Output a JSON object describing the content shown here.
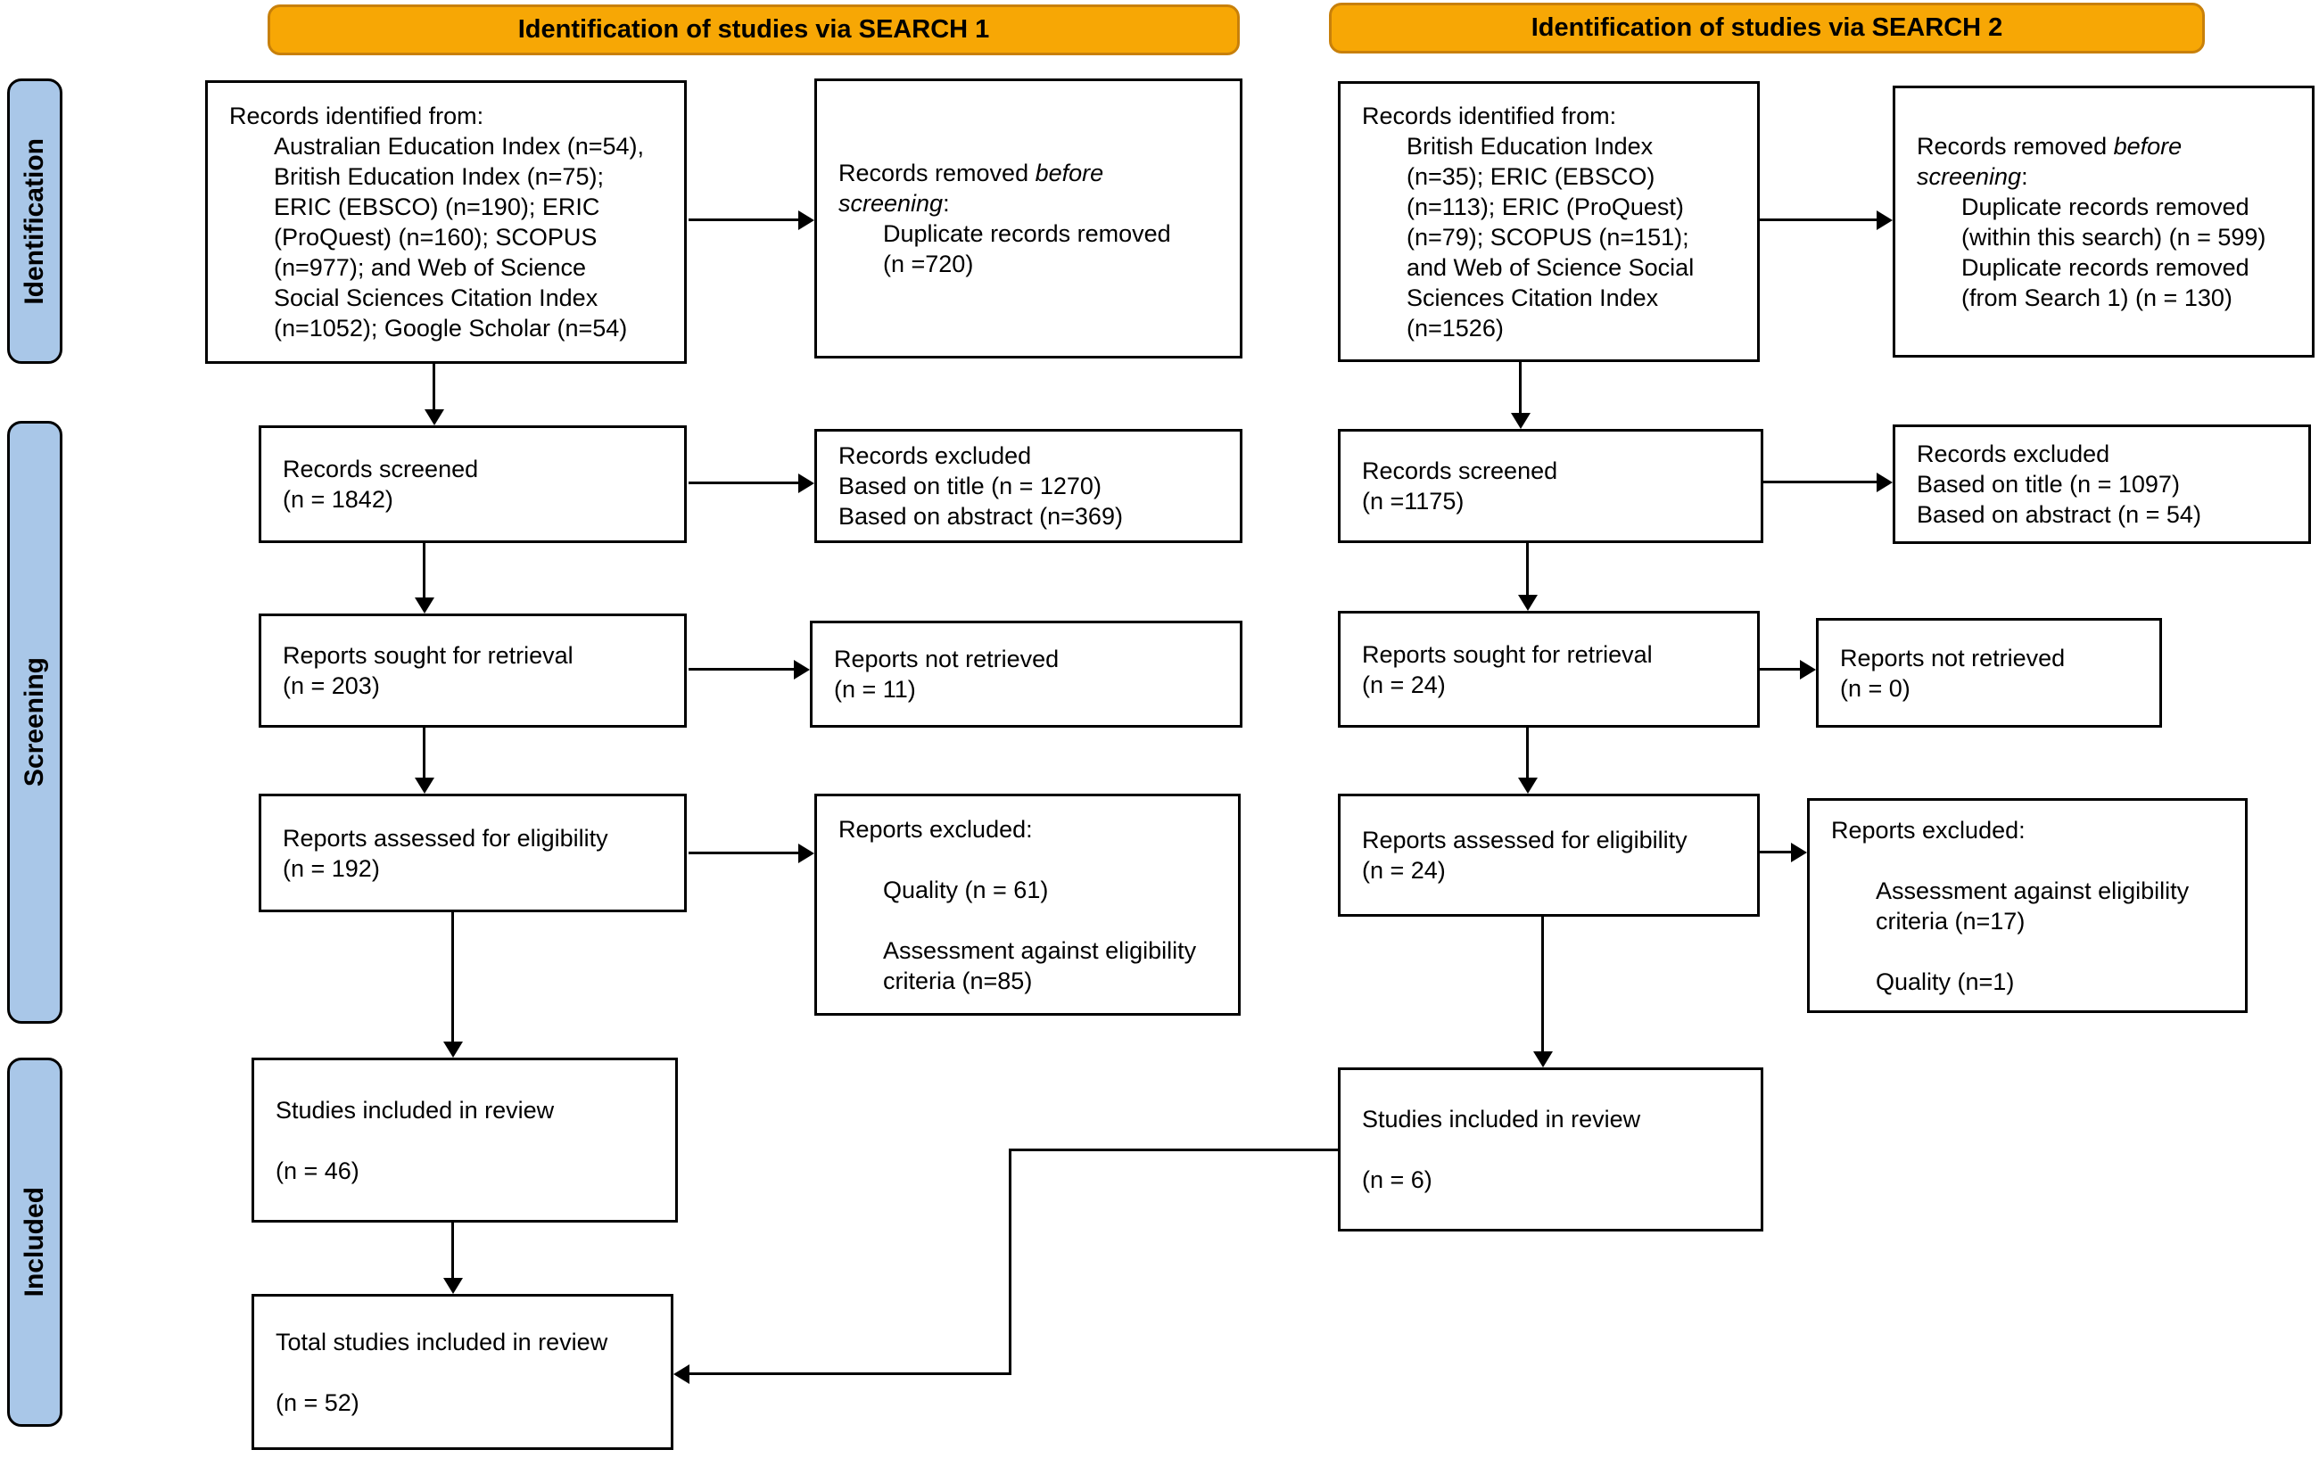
{
  "title_banners": {
    "search1": "Identification of studies via SEARCH 1",
    "search2": "Identification of studies via SEARCH 2"
  },
  "stage_labels": {
    "identification": "Identification",
    "screening": "Screening",
    "included": "Included"
  },
  "colors": {
    "banner_fill": "#F7A705",
    "banner_border": "#C8800A",
    "stage_fill": "#A9C7E8",
    "border": "#000000",
    "line": "#000000"
  },
  "search1": {
    "identified": {
      "lines": [
        {
          "runs": [
            {
              "t": "Records identified from:"
            }
          ]
        },
        {
          "ind": 1,
          "runs": [
            {
              "t": "Australian Education Index (n=54),"
            }
          ]
        },
        {
          "ind": 1,
          "runs": [
            {
              "t": "British Education Index (n=75);"
            }
          ]
        },
        {
          "ind": 1,
          "runs": [
            {
              "t": "ERIC (EBSCO) (n=190); ERIC"
            }
          ]
        },
        {
          "ind": 1,
          "runs": [
            {
              "t": "(ProQuest) (n=160); SCOPUS"
            }
          ]
        },
        {
          "ind": 1,
          "runs": [
            {
              "t": "(n=977); and Web of Science"
            }
          ]
        },
        {
          "ind": 1,
          "runs": [
            {
              "t": "Social Sciences Citation Index"
            }
          ]
        },
        {
          "ind": 1,
          "runs": [
            {
              "t": "(n=1052); Google Scholar (n=54)"
            }
          ]
        }
      ]
    },
    "removed": {
      "lines": [
        {
          "runs": [
            {
              "t": "Records removed "
            },
            {
              "t": "before",
              "i": 1
            }
          ]
        },
        {
          "runs": [
            {
              "t": "screening",
              "i": 1
            },
            {
              "t": ":"
            }
          ]
        },
        {
          "ind": 1,
          "runs": [
            {
              "t": "Duplicate records removed"
            }
          ]
        },
        {
          "ind": 1,
          "runs": [
            {
              "t": "(n =720)"
            }
          ]
        }
      ]
    },
    "screened": {
      "lines": [
        {
          "runs": [
            {
              "t": "Records screened"
            }
          ]
        },
        {
          "runs": [
            {
              "t": "(n = 1842)"
            }
          ]
        }
      ]
    },
    "records_excluded": {
      "lines": [
        {
          "runs": [
            {
              "t": "Records excluded"
            }
          ]
        },
        {
          "runs": [
            {
              "t": "Based on title (n = 1270)"
            }
          ]
        },
        {
          "runs": [
            {
              "t": "Based on abstract (n=369)"
            }
          ]
        }
      ]
    },
    "sought": {
      "lines": [
        {
          "runs": [
            {
              "t": "Reports sought for retrieval"
            }
          ]
        },
        {
          "runs": [
            {
              "t": "(n = 203)"
            }
          ]
        }
      ]
    },
    "not_retrieved": {
      "lines": [
        {
          "runs": [
            {
              "t": "Reports not retrieved"
            }
          ]
        },
        {
          "runs": [
            {
              "t": "(n = 11)"
            }
          ]
        }
      ]
    },
    "assessed": {
      "lines": [
        {
          "runs": [
            {
              "t": "Reports assessed for eligibility"
            }
          ]
        },
        {
          "runs": [
            {
              "t": "(n = 192)"
            }
          ]
        }
      ]
    },
    "reports_excluded": {
      "lines": [
        {
          "runs": [
            {
              "t": "Reports excluded:"
            }
          ]
        },
        {
          "runs": [
            {
              "t": ""
            }
          ]
        },
        {
          "ind": 1,
          "runs": [
            {
              "t": "Quality (n = 61)"
            }
          ]
        },
        {
          "runs": [
            {
              "t": ""
            }
          ]
        },
        {
          "ind": 1,
          "runs": [
            {
              "t": "Assessment against eligibility"
            }
          ]
        },
        {
          "ind": 1,
          "runs": [
            {
              "t": "criteria (n=85)"
            }
          ]
        }
      ]
    },
    "included": {
      "lines": [
        {
          "runs": [
            {
              "t": "Studies included in review"
            }
          ]
        },
        {
          "runs": [
            {
              "t": ""
            }
          ]
        },
        {
          "runs": [
            {
              "t": "(n = 46)"
            }
          ]
        }
      ]
    },
    "total": {
      "lines": [
        {
          "runs": [
            {
              "t": "Total studies included in review"
            }
          ]
        },
        {
          "runs": [
            {
              "t": ""
            }
          ]
        },
        {
          "runs": [
            {
              "t": "(n = 52)"
            }
          ]
        }
      ]
    }
  },
  "search2": {
    "identified": {
      "lines": [
        {
          "runs": [
            {
              "t": "Records identified from:"
            }
          ]
        },
        {
          "ind": 1,
          "runs": [
            {
              "t": "British Education Index"
            }
          ]
        },
        {
          "ind": 1,
          "runs": [
            {
              "t": "(n=35); ERIC (EBSCO)"
            }
          ]
        },
        {
          "ind": 1,
          "runs": [
            {
              "t": "(n=113); ERIC (ProQuest)"
            }
          ]
        },
        {
          "ind": 1,
          "runs": [
            {
              "t": "(n=79); SCOPUS (n=151);"
            }
          ]
        },
        {
          "ind": 1,
          "runs": [
            {
              "t": "and Web of Science Social"
            }
          ]
        },
        {
          "ind": 1,
          "runs": [
            {
              "t": "Sciences Citation Index"
            }
          ]
        },
        {
          "ind": 1,
          "runs": [
            {
              "t": "(n=1526)"
            }
          ]
        }
      ]
    },
    "removed": {
      "lines": [
        {
          "runs": [
            {
              "t": "Records removed "
            },
            {
              "t": "before",
              "i": 1
            }
          ]
        },
        {
          "runs": [
            {
              "t": "screening",
              "i": 1
            },
            {
              "t": ":"
            }
          ]
        },
        {
          "ind": 1,
          "runs": [
            {
              "t": "Duplicate records removed"
            }
          ]
        },
        {
          "ind": 1,
          "runs": [
            {
              "t": "(within this search) (n = 599)"
            }
          ]
        },
        {
          "ind": 1,
          "runs": [
            {
              "t": "Duplicate records removed"
            }
          ]
        },
        {
          "ind": 1,
          "runs": [
            {
              "t": "(from Search 1) (n = 130)"
            }
          ]
        }
      ]
    },
    "screened": {
      "lines": [
        {
          "runs": [
            {
              "t": "Records screened"
            }
          ]
        },
        {
          "runs": [
            {
              "t": "(n =1175)"
            }
          ]
        }
      ]
    },
    "records_excluded": {
      "lines": [
        {
          "runs": [
            {
              "t": "Records excluded"
            }
          ]
        },
        {
          "runs": [
            {
              "t": "Based on title (n = 1097)"
            }
          ]
        },
        {
          "runs": [
            {
              "t": "Based on abstract (n = 54)"
            }
          ]
        }
      ]
    },
    "sought": {
      "lines": [
        {
          "runs": [
            {
              "t": "Reports sought for retrieval"
            }
          ]
        },
        {
          "runs": [
            {
              "t": "(n = 24)"
            }
          ]
        }
      ]
    },
    "not_retrieved": {
      "lines": [
        {
          "runs": [
            {
              "t": "Reports not retrieved"
            }
          ]
        },
        {
          "runs": [
            {
              "t": "(n = 0)"
            }
          ]
        }
      ]
    },
    "assessed": {
      "lines": [
        {
          "runs": [
            {
              "t": "Reports assessed for eligibility"
            }
          ]
        },
        {
          "runs": [
            {
              "t": "(n = 24)"
            }
          ]
        }
      ]
    },
    "reports_excluded": {
      "lines": [
        {
          "runs": [
            {
              "t": "Reports excluded:"
            }
          ]
        },
        {
          "runs": [
            {
              "t": ""
            }
          ]
        },
        {
          "ind": 1,
          "runs": [
            {
              "t": "Assessment against eligibility"
            }
          ]
        },
        {
          "ind": 1,
          "runs": [
            {
              "t": "criteria (n=17)"
            }
          ]
        },
        {
          "runs": [
            {
              "t": ""
            }
          ]
        },
        {
          "ind": 1,
          "runs": [
            {
              "t": "Quality (n=1)"
            }
          ]
        }
      ]
    },
    "included": {
      "lines": [
        {
          "runs": [
            {
              "t": "Studies included in review"
            }
          ]
        },
        {
          "runs": [
            {
              "t": ""
            }
          ]
        },
        {
          "runs": [
            {
              "t": "(n = 6)"
            }
          ]
        }
      ]
    }
  }
}
